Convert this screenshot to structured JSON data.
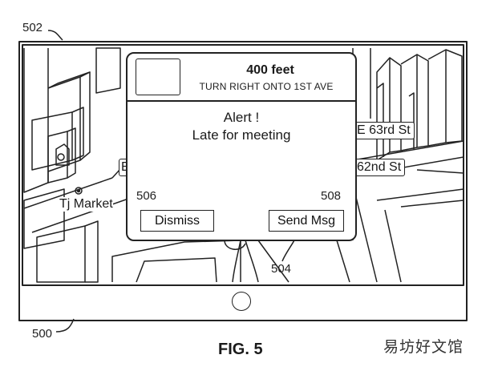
{
  "refs": {
    "r502": "502",
    "r500": "500",
    "r506": "506",
    "r508": "508",
    "r504": "504"
  },
  "figure": {
    "caption": "FIG. 5"
  },
  "watermark": "易坊好文馆",
  "map": {
    "street_63": "E 63rd St",
    "street_62": "62nd St",
    "street_partial": "E",
    "poi": "Tj Market"
  },
  "navigation": {
    "distance": "400 feet",
    "instruction": "TURN RIGHT ONTO 1ST AVE",
    "icon": "turn-right-arrow-icon"
  },
  "alert": {
    "title": "Alert !",
    "message": "Late for meeting",
    "dismiss_label": "Dismiss",
    "send_label": "Send Msg"
  },
  "device": {
    "home_button_icon": "circle-button-icon"
  },
  "colors": {
    "line": "#222222",
    "background": "#ffffff"
  }
}
